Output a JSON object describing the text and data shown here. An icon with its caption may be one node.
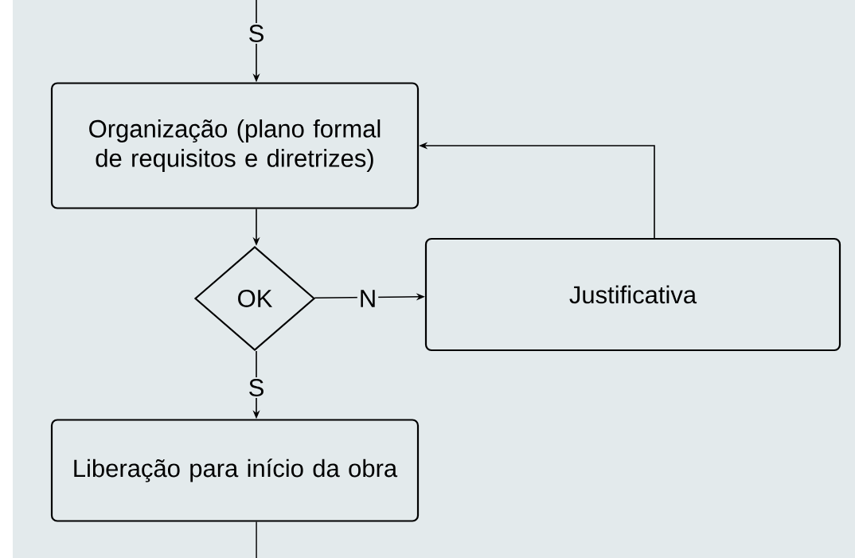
{
  "diagram": {
    "nodes": [
      {
        "text": [
          "Organização (plano formal de requisitos e diretrizes)"
        ]
      },
      {
        "text": [
          "OK"
        ]
      },
      {
        "text": [
          "Justificativa"
        ]
      },
      {
        "text": [
          "Liberação para início da obra"
        ]
      }
    ],
    "edges": [
      {
        "from": null,
        "to": 0,
        "arrow": "to",
        "label": "S"
      },
      {
        "from": 0,
        "to": 1,
        "arrow": "to"
      },
      {
        "from": 1,
        "to": 2,
        "arrow": "to",
        "label": "N"
      },
      {
        "from": 2,
        "to": 0,
        "arrow": "to"
      },
      {
        "from": 1,
        "to": 3,
        "arrow": "to",
        "label": "S"
      },
      {
        "from": 3,
        "to": null,
        "arrow": "none"
      }
    ]
  }
}
